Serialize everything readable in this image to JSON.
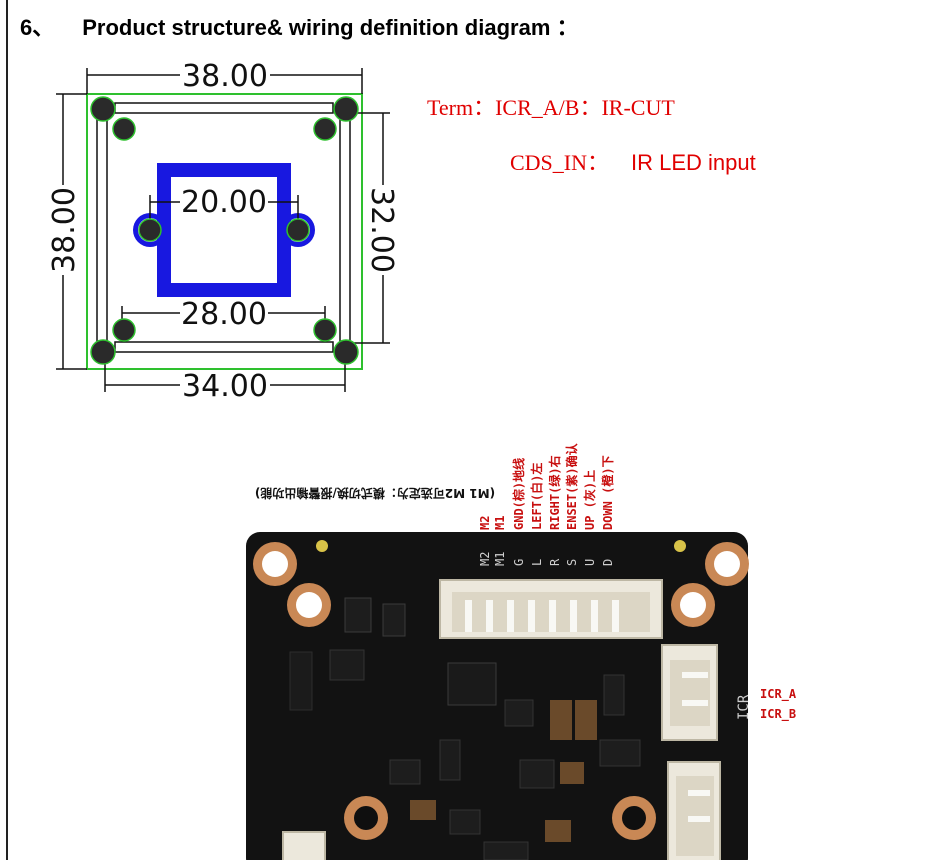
{
  "heading": {
    "number": "6、",
    "title": "Product structure& wiring definition diagram ："
  },
  "dimensions": {
    "top": "38.00",
    "left": "38.00",
    "inner_top": "20.00",
    "right": "32.00",
    "inner_bottom": "28.00",
    "bottom": "34.00"
  },
  "terms": {
    "line1": "Term：ICR_A/B：IR-CUT",
    "line2_key": "CDS_IN：",
    "line2_value": "IR LED input"
  },
  "note": "(M1 M2可选定为：模式切换/报警输出功能)",
  "pins": [
    "M2",
    "M1",
    "GND(棕)地线",
    "LEFT(白)左",
    "RIGHT(绿)右",
    "ENSET(紫)确认",
    "UP (灰)上",
    "DOWN (橙)下"
  ],
  "silk_letters": [
    "M2",
    "M1",
    "G",
    "L",
    "R",
    "S",
    "U",
    "D"
  ],
  "board_silk": "ICR",
  "icr_labels": [
    "ICR_A",
    "ICR_B"
  ]
}
